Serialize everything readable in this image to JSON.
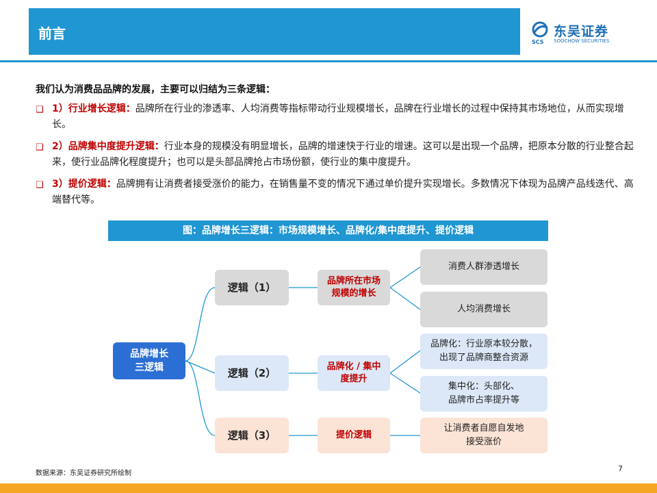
{
  "header": {
    "title": "前言"
  },
  "logo": {
    "name_cn": "东吴证券",
    "name_en": "SOOCHOW SECURITIES",
    "mark_text": "SCS"
  },
  "intro": "我们认为消费品品牌的发展，主要可以归结为三条逻辑：",
  "bullets": [
    {
      "highlight": "1）行业增长逻辑：",
      "text": "品牌所在行业的渗透率、人均消费等指标带动行业规模增长，品牌在行业增长的过程中保持其市场地位，从而实现增长。"
    },
    {
      "highlight": "2）品牌集中度提升逻辑：",
      "text": "行业本身的规模没有明显增长，品牌的增速快于行业的增速。这可以是出现一个品牌，把原本分散的行业整合起来，使行业品牌化程度提升；也可以是头部品牌抢占市场份额，使行业的集中度提升。"
    },
    {
      "highlight": "3）提价逻辑：",
      "text": "品牌拥有让消费者接受涨价的能力，在销售量不变的情况下通过单价提升实现增长。多数情况下体现为品牌产品线迭代、高端替代等。"
    }
  ],
  "figure": {
    "title": "图：品牌增长三逻辑：市场规模增长、品牌化/集中度提升、提价逻辑",
    "root": {
      "line1": "品牌增长",
      "line2": "三逻辑"
    },
    "branches": [
      {
        "label": "逻辑（1）",
        "mid": {
          "line1": "品牌所在市场",
          "line2": "规模的增长"
        },
        "leaves": [
          {
            "line1": "消费人群渗透增长",
            "line2": ""
          },
          {
            "line1": "人均消费增长",
            "line2": ""
          }
        ]
      },
      {
        "label": "逻辑（2）",
        "mid": {
          "line1": "品牌化 / 集中",
          "line2": "度提升"
        },
        "leaves": [
          {
            "line1": "品牌化：行业原本较分散，",
            "line2": "出现了品牌商整合资源"
          },
          {
            "line1": "集中化：头部化、",
            "line2": "品牌市占率提升等"
          }
        ]
      },
      {
        "label": "逻辑（3）",
        "mid": {
          "line1": "提价逻辑",
          "line2": ""
        },
        "leaves": [
          {
            "line1": "让消费者自愿自发地",
            "line2": "接受涨价"
          }
        ]
      }
    ]
  },
  "footer": {
    "source": "数据来源：东吴证券研究所绘制",
    "page": "7"
  },
  "colors": {
    "header_blue": "#2096d2",
    "accent_red": "#c00000",
    "root_blue": "#2c6fd4",
    "footer_orange": "#f5a623",
    "connector": "#2096d2"
  }
}
